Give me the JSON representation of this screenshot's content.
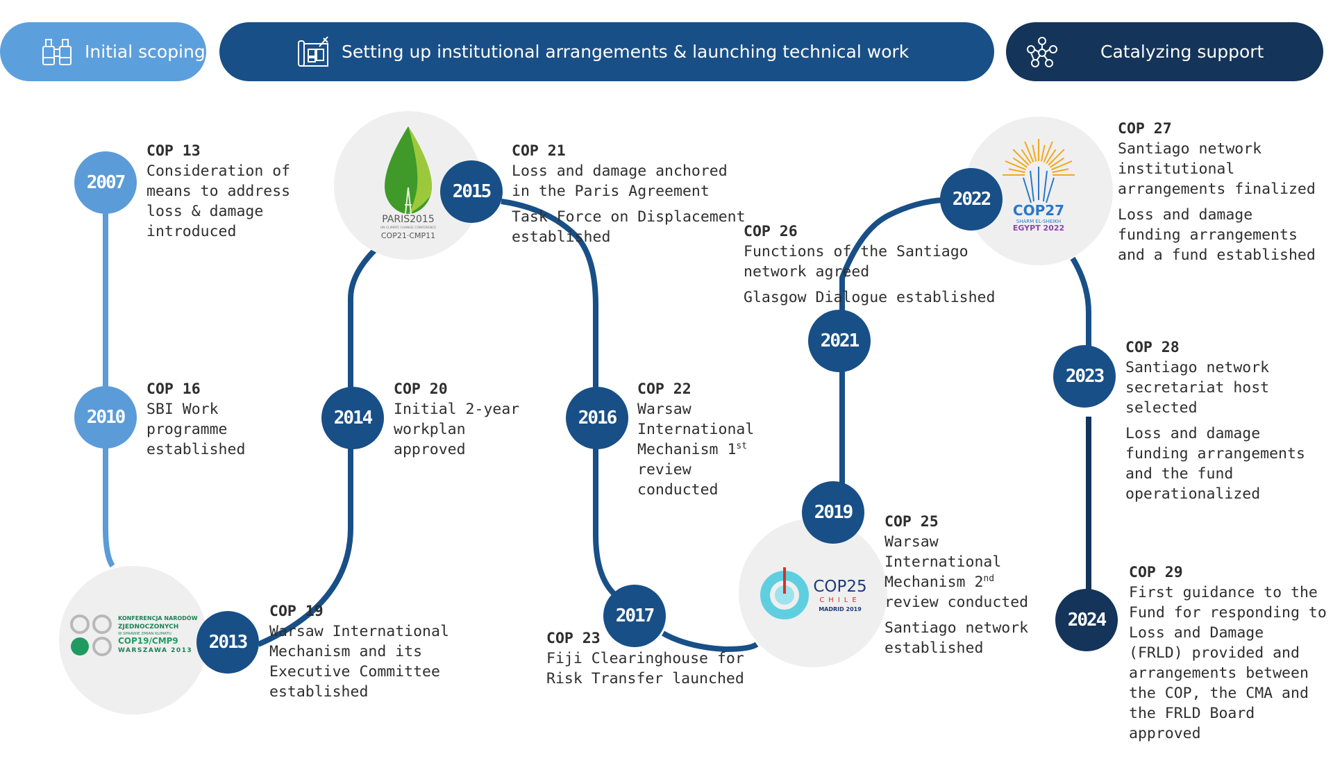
{
  "phases": {
    "initial": "Initial scoping",
    "setup": "Setting up institutional arrangements & launching technical work",
    "catalyzing": "Catalyzing support"
  },
  "colors": {
    "light": "#5b9bd8",
    "mid": "#184f87",
    "dark": "#14345a",
    "logo_bg": "#efefef"
  },
  "logos": {
    "cop19": {
      "line1": "KONFERENCJA NARODÓW",
      "line2": "ZJEDNOCZONYCH",
      "line3": "W SPRAWIE ZMIAN KLIMATU",
      "line4": "COP19/CMP9",
      "line5": "WARSZAWA 2013"
    },
    "cop21": {
      "line1": "PARIS2015",
      "line2": "UN CLIMATE CHANGE CONFERENCE",
      "line3": "COP21·CMP11"
    },
    "cop25": {
      "line1": "COP25",
      "line2": "CHILE",
      "line3": "MADRID 2019"
    },
    "cop27": {
      "line1": "COP27",
      "line2": "SHARM EL-SHEIKH",
      "line3": "EGYPT 2022"
    }
  },
  "milestones": {
    "y2007": {
      "year": "2007",
      "cop": "COP 13",
      "desc": "Consideration of\nmeans to address\nloss & damage\nintroduced"
    },
    "y2010": {
      "year": "2010",
      "cop": "COP 16",
      "desc": "SBI Work\nprogramme\nestablished"
    },
    "y2013": {
      "year": "2013",
      "cop": "COP 19",
      "desc": "Warsaw International\nMechanism and its\nExecutive Committee\nestablished"
    },
    "y2014": {
      "year": "2014",
      "cop": "COP 20",
      "desc": "Initial 2-year\nworkplan\napproved"
    },
    "y2015": {
      "year": "2015",
      "cop": "COP 21",
      "desc": "Loss and damage anchored\nin the Paris Agreement",
      "desc2": "Task Force on Displacement\nestablished"
    },
    "y2016": {
      "year": "2016",
      "cop": "COP 22",
      "desc_a": "Warsaw\nInternational\nMechanism 1",
      "desc_sup": "st",
      "desc_b": "review\nconducted"
    },
    "y2017": {
      "year": "2017",
      "cop": "COP 23",
      "desc": "Fiji Clearinghouse for\nRisk Transfer launched"
    },
    "y2019": {
      "year": "2019",
      "cop": "COP 25",
      "desc_a": "Warsaw\nInternational\nMechanism 2",
      "desc_sup": "nd",
      "desc_b": "review conducted",
      "desc2": "Santiago network\nestablished"
    },
    "y2021": {
      "year": "2021",
      "cop": "COP 26",
      "desc": "Functions of the Santiago\nnetwork agreed",
      "desc2": "Glasgow Dialogue established"
    },
    "y2022": {
      "year": "2022",
      "cop": "COP 27",
      "desc": "Santiago network\ninstitutional\narrangements finalized",
      "desc2": "Loss and damage\nfunding arrangements\nand a fund established"
    },
    "y2023": {
      "year": "2023",
      "cop": "COP 28",
      "desc": "Santiago network\nsecretariat host selected",
      "desc2": "Loss and damage\nfunding arrangements\nand the fund\noperationalized"
    },
    "y2024": {
      "year": "2024",
      "cop": "COP 29",
      "desc": "First guidance to the\nFund for responding to\nLoss and Damage\n(FRLD) provided and\narrangements between\nthe COP, the CMA and\nthe FRLD Board\napproved"
    }
  }
}
